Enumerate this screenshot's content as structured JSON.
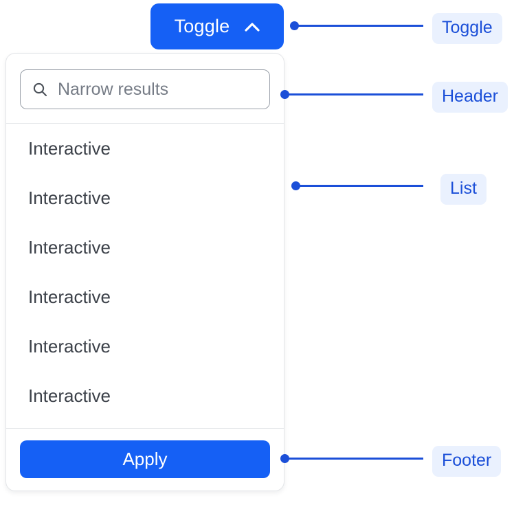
{
  "toggle": {
    "label": "Toggle",
    "icon": "chevron-up-icon",
    "background": "#1560f5",
    "text_color": "#ffffff"
  },
  "panel": {
    "header": {
      "search": {
        "icon": "search-icon",
        "placeholder": "Narrow results",
        "value": ""
      }
    },
    "list": {
      "items": [
        {
          "label": "Interactive"
        },
        {
          "label": "Interactive"
        },
        {
          "label": "Interactive"
        },
        {
          "label": "Interactive"
        },
        {
          "label": "Interactive"
        },
        {
          "label": "Interactive"
        }
      ]
    },
    "footer": {
      "apply_label": "Apply",
      "apply_background": "#1560f5"
    }
  },
  "annotations": {
    "accent_color": "#1b4fd8",
    "badge_background": "#eaf1fe",
    "items": [
      {
        "label": "Toggle"
      },
      {
        "label": "Header"
      },
      {
        "label": "List"
      },
      {
        "label": "Footer"
      }
    ]
  }
}
